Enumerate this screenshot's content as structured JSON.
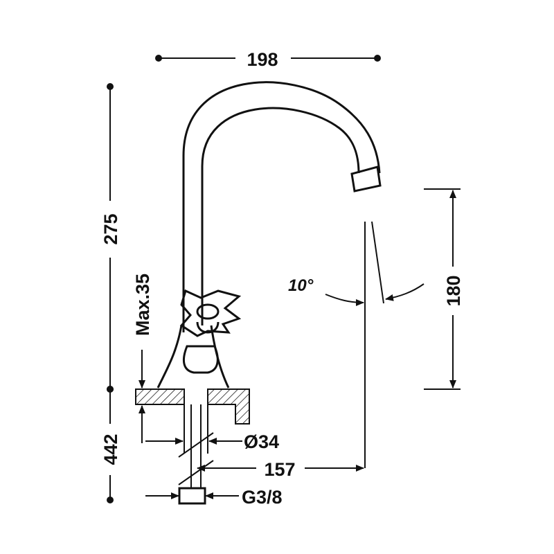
{
  "dimensions": {
    "spout_reach": "198",
    "total_height": "275",
    "max_deck_thickness": "Max.35",
    "spout_height": "180",
    "spout_angle": "10°",
    "base_diameter": "Ø34",
    "centre_distance": "157",
    "connection_thread": "G3/8",
    "hose_length": "442"
  }
}
